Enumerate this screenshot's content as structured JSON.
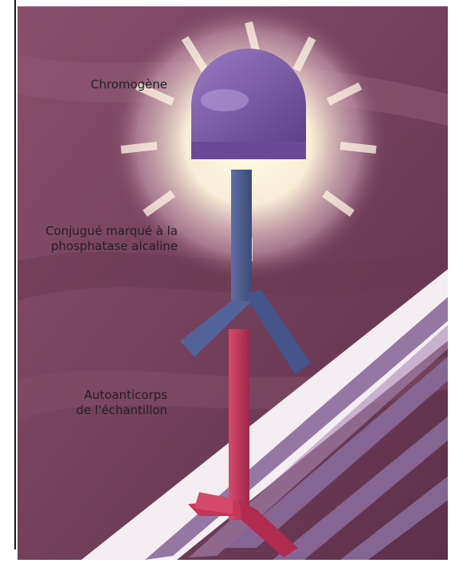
{
  "labels": {
    "chromogen": "Chromogène",
    "conjugate_line1": "Conjugué marqué à la",
    "conjugate_line2": "phosphatase alcaline",
    "autoantibody_line1": "Autoanticorps",
    "autoantibody_line2": "de l'échantillon"
  },
  "colors": {
    "background": "#7a4561",
    "chromogen": "#7d5aa6",
    "conjugate": "#4d5c8f",
    "autoantibody": "#c6355a",
    "stripe_light": "#f4eef2",
    "stripe_dark": "#8a6a9a"
  }
}
